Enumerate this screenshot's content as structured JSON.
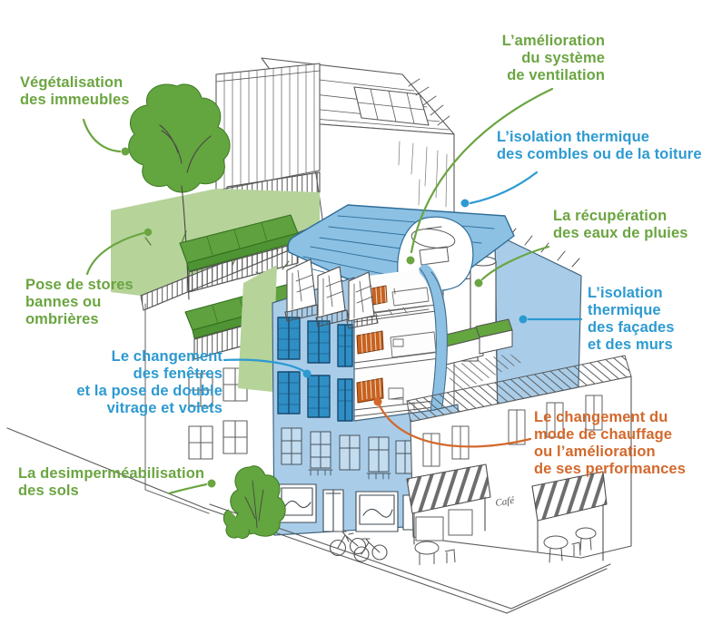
{
  "palette": {
    "green": "#6ba541",
    "blue": "#2d9ad1",
    "orange": "#d3692c",
    "light_green_fill": "#b6d39a",
    "dark_green_fill": "#63a53e",
    "roof_blue_fill": "#8cc1e4",
    "facade_blue_fill": "#a9cde9",
    "window_blue_fill": "#2f8fc4",
    "radiator_orange_fill": "#c8611f",
    "sketch_gray": "#4f4f4f"
  },
  "labels": {
    "vegetalisation": {
      "text": "Végétalisation\ndes immeubles",
      "color": "green"
    },
    "ventilation": {
      "text": "L’amélioration\ndu système\nde ventilation",
      "color": "green"
    },
    "combles": {
      "text": "L’isolation thermique\ndes combles ou de la toiture",
      "color": "blue"
    },
    "eaux_pluies": {
      "text": "La récupération\ndes eaux de pluies",
      "color": "green"
    },
    "facades": {
      "text": "L’isolation\nthermique\ndes façades\net des murs",
      "color": "blue"
    },
    "stores": {
      "text": "Pose de stores\nbannes ou\nombrières",
      "color": "green"
    },
    "fenetres": {
      "text": "Le changement\ndes fenêtres\net la pose de double\nvitrage et volets",
      "color": "blue"
    },
    "desimpermeabilisation": {
      "text": "La desimperméabilisation\ndes sols",
      "color": "green"
    },
    "chauffage": {
      "text": "Le changement du\nmode de chauffage\nou l’amélioration\nde ses performances",
      "color": "orange"
    }
  },
  "cafe_sign": "Café"
}
